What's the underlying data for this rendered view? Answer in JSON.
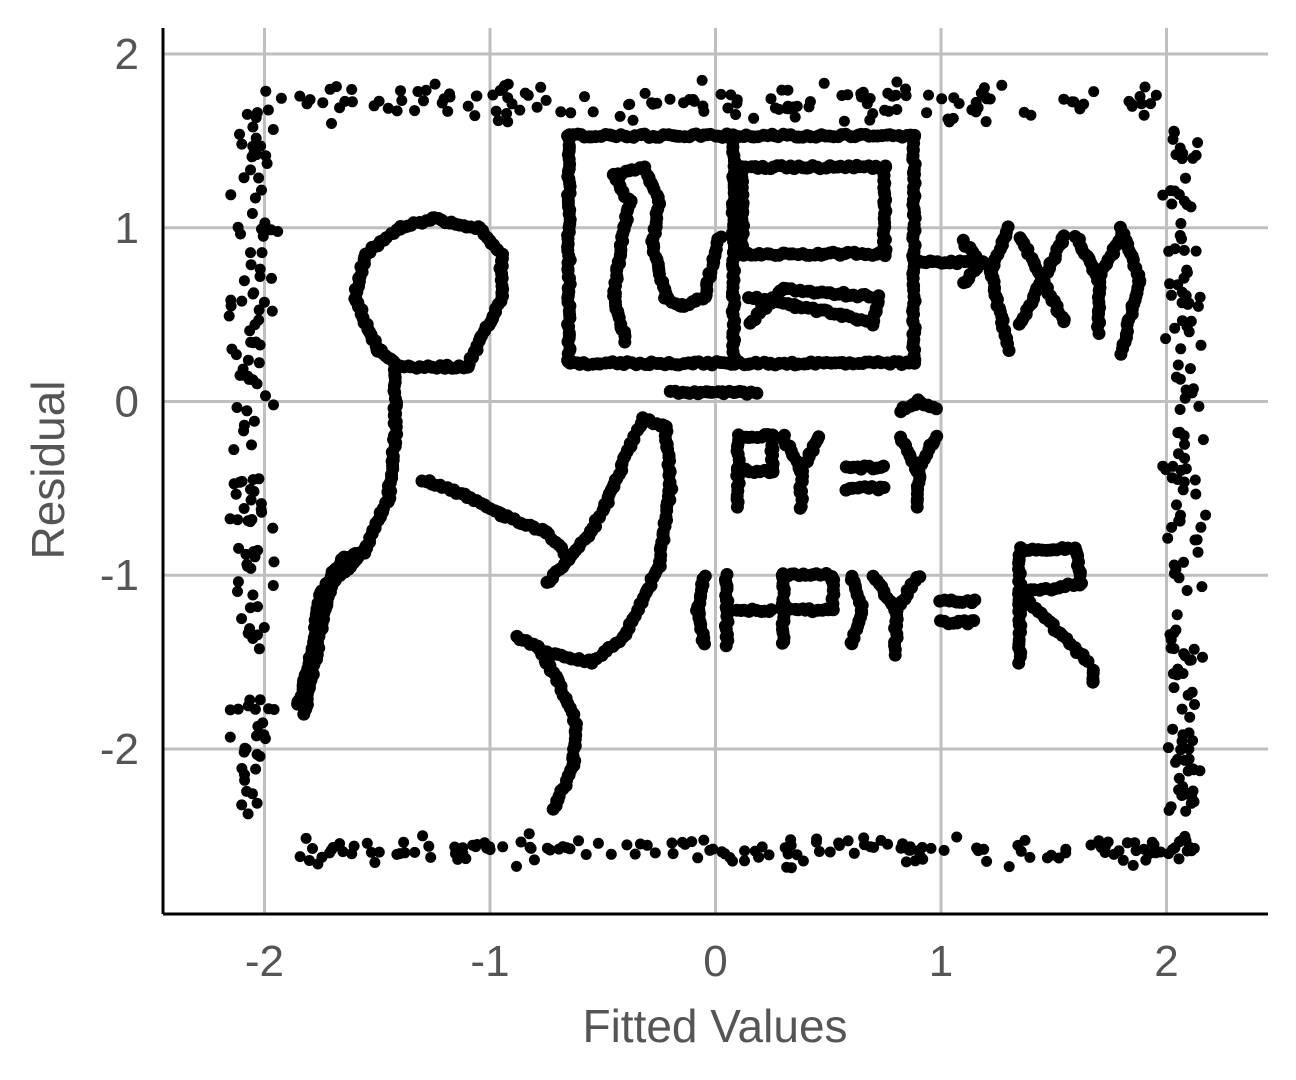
{
  "chart_data": {
    "type": "scatter",
    "title": "",
    "xlabel": "Fitted Values",
    "ylabel": "Residual",
    "xlim": [
      -2.45,
      2.45
    ],
    "ylim": [
      -2.95,
      2.15
    ],
    "x_ticks": [
      -2,
      -1,
      0,
      1,
      2
    ],
    "y_ticks": [
      -2,
      -1,
      0,
      1,
      2
    ],
    "grid": true,
    "legend": "none",
    "marker_color": "#000000",
    "grid_color": "#bfbfbf",
    "label_color": "#555555",
    "border_points": {
      "top": {
        "x_range": [
          -2.1,
          2.0
        ],
        "y_center": 1.72,
        "jitter": 0.08,
        "count": 150
      },
      "bottom": {
        "x_range": [
          -1.85,
          2.2
        ],
        "y_center": -2.58,
        "jitter": 0.06,
        "count": 160
      },
      "left": {
        "x_center": -2.05,
        "y_range": [
          -2.5,
          1.7
        ],
        "jitter": 0.07,
        "count": 140
      },
      "right": {
        "x_center": 2.07,
        "y_range": [
          -2.6,
          1.6
        ],
        "jitter": 0.06,
        "count": 150
      }
    },
    "strokes": [
      {
        "name": "head",
        "points": [
          [
            -1.1,
            0.2
          ],
          [
            -0.95,
            0.6
          ],
          [
            -0.95,
            0.85
          ],
          [
            -1.05,
            1.0
          ],
          [
            -1.25,
            1.05
          ],
          [
            -1.4,
            1.0
          ],
          [
            -1.55,
            0.85
          ],
          [
            -1.6,
            0.6
          ],
          [
            -1.5,
            0.3
          ],
          [
            -1.4,
            0.2
          ],
          [
            -1.1,
            0.2
          ]
        ]
      },
      {
        "name": "neck-and-body",
        "points": [
          [
            -1.42,
            0.2
          ],
          [
            -1.42,
            -0.2
          ],
          [
            -1.45,
            -0.55
          ],
          [
            -1.55,
            -0.85
          ],
          [
            -1.7,
            -1.05
          ],
          [
            -1.75,
            -1.3
          ],
          [
            -1.82,
            -1.8
          ]
        ]
      },
      {
        "name": "shoulder-arm",
        "points": [
          [
            -1.3,
            -0.45
          ],
          [
            -1.1,
            -0.55
          ],
          [
            -0.95,
            -0.65
          ],
          [
            -0.75,
            -0.75
          ],
          [
            -0.65,
            -0.9
          ],
          [
            -0.75,
            -1.05
          ]
        ]
      },
      {
        "name": "raised-forearm",
        "points": [
          [
            -0.65,
            -0.9
          ],
          [
            -0.55,
            -0.75
          ],
          [
            -0.45,
            -0.5
          ],
          [
            -0.38,
            -0.25
          ],
          [
            -0.32,
            -0.1
          ],
          [
            -0.22,
            -0.15
          ],
          [
            -0.2,
            -0.5
          ],
          [
            -0.25,
            -0.95
          ],
          [
            -0.4,
            -1.35
          ],
          [
            -0.55,
            -1.5
          ],
          [
            -0.75,
            -1.45
          ],
          [
            -0.88,
            -1.35
          ]
        ]
      },
      {
        "name": "lower-body",
        "points": [
          [
            -0.8,
            -1.4
          ],
          [
            -0.7,
            -1.6
          ],
          [
            -0.62,
            -1.85
          ],
          [
            -0.63,
            -2.1
          ],
          [
            -0.72,
            -2.35
          ]
        ]
      },
      {
        "name": "body-left-edge",
        "points": [
          [
            -1.55,
            -0.85
          ],
          [
            -1.65,
            -0.9
          ],
          [
            -1.75,
            -1.1
          ],
          [
            -1.8,
            -1.5
          ],
          [
            -1.85,
            -1.75
          ]
        ]
      },
      {
        "name": "board",
        "points": [
          [
            -0.65,
            0.22
          ],
          [
            0.88,
            0.22
          ],
          [
            0.88,
            1.53
          ],
          [
            -0.65,
            1.53
          ],
          [
            -0.65,
            0.22
          ]
        ]
      },
      {
        "name": "board-divider",
        "points": [
          [
            0.08,
            0.22
          ],
          [
            0.08,
            1.53
          ]
        ]
      },
      {
        "name": "board-inner-box",
        "points": [
          [
            0.12,
            0.85
          ],
          [
            0.75,
            0.85
          ],
          [
            0.75,
            1.35
          ],
          [
            0.12,
            1.35
          ],
          [
            0.12,
            0.85
          ]
        ]
      },
      {
        "name": "board-figure",
        "points": [
          [
            -0.4,
            0.35
          ],
          [
            -0.45,
            0.6
          ],
          [
            -0.42,
            0.9
          ],
          [
            -0.38,
            1.15
          ],
          [
            -0.45,
            1.3
          ],
          [
            -0.32,
            1.35
          ],
          [
            -0.25,
            1.15
          ],
          [
            -0.28,
            0.9
          ],
          [
            -0.22,
            0.6
          ],
          [
            -0.15,
            0.55
          ],
          [
            -0.05,
            0.6
          ],
          [
            0.02,
            0.95
          ]
        ]
      },
      {
        "name": "board-scribble",
        "points": [
          [
            0.15,
            0.6
          ],
          [
            0.35,
            0.55
          ],
          [
            0.55,
            0.5
          ],
          [
            0.7,
            0.45
          ],
          [
            0.72,
            0.6
          ],
          [
            0.3,
            0.65
          ],
          [
            0.15,
            0.45
          ]
        ]
      },
      {
        "name": "arrow",
        "points": [
          [
            0.9,
            0.8
          ],
          [
            1.15,
            0.8
          ]
        ]
      },
      {
        "name": "arrow-head",
        "points": [
          [
            1.1,
            0.92
          ],
          [
            1.18,
            0.8
          ],
          [
            1.1,
            0.68
          ]
        ]
      },
      {
        "name": "xy-open-paren",
        "points": [
          [
            1.3,
            1.0
          ],
          [
            1.22,
            0.75
          ],
          [
            1.3,
            0.3
          ]
        ]
      },
      {
        "name": "xy-x1",
        "points": [
          [
            1.35,
            0.95
          ],
          [
            1.55,
            0.45
          ]
        ]
      },
      {
        "name": "xy-x2",
        "points": [
          [
            1.55,
            0.95
          ],
          [
            1.35,
            0.45
          ]
        ]
      },
      {
        "name": "xy-y1",
        "points": [
          [
            1.6,
            0.95
          ],
          [
            1.7,
            0.7
          ],
          [
            1.8,
            0.95
          ]
        ]
      },
      {
        "name": "xy-y2",
        "points": [
          [
            1.7,
            0.7
          ],
          [
            1.7,
            0.4
          ]
        ]
      },
      {
        "name": "xy-close-paren",
        "points": [
          [
            1.8,
            1.0
          ],
          [
            1.88,
            0.7
          ],
          [
            1.8,
            0.28
          ]
        ]
      },
      {
        "name": "underline-mark",
        "points": [
          [
            -0.2,
            0.05
          ],
          [
            0.18,
            0.05
          ]
        ]
      },
      {
        "name": "eq1-P",
        "points": [
          [
            0.1,
            -0.6
          ],
          [
            0.1,
            -0.2
          ],
          [
            0.25,
            -0.2
          ],
          [
            0.25,
            -0.4
          ],
          [
            0.1,
            -0.4
          ]
        ]
      },
      {
        "name": "eq1-Y",
        "points": [
          [
            0.3,
            -0.2
          ],
          [
            0.38,
            -0.4
          ],
          [
            0.46,
            -0.2
          ]
        ]
      },
      {
        "name": "eq1-Y-stem",
        "points": [
          [
            0.38,
            -0.4
          ],
          [
            0.38,
            -0.62
          ]
        ]
      },
      {
        "name": "eq1-equals-top",
        "points": [
          [
            0.58,
            -0.38
          ],
          [
            0.75,
            -0.38
          ]
        ]
      },
      {
        "name": "eq1-equals-bottom",
        "points": [
          [
            0.58,
            -0.5
          ],
          [
            0.75,
            -0.5
          ]
        ]
      },
      {
        "name": "eq1-Yhat",
        "points": [
          [
            0.82,
            -0.2
          ],
          [
            0.9,
            -0.4
          ],
          [
            0.98,
            -0.2
          ]
        ]
      },
      {
        "name": "eq1-Yhat-stem",
        "points": [
          [
            0.9,
            -0.4
          ],
          [
            0.9,
            -0.6
          ]
        ]
      },
      {
        "name": "eq1-hat",
        "points": [
          [
            0.82,
            -0.05
          ],
          [
            0.9,
            0.0
          ],
          [
            0.98,
            -0.05
          ]
        ]
      },
      {
        "name": "eq2-open-paren",
        "points": [
          [
            -0.05,
            -1.0
          ],
          [
            -0.08,
            -1.2
          ],
          [
            -0.05,
            -1.4
          ]
        ]
      },
      {
        "name": "eq2-I",
        "points": [
          [
            0.05,
            -1.0
          ],
          [
            0.05,
            -1.4
          ]
        ]
      },
      {
        "name": "eq2-minus",
        "points": [
          [
            0.1,
            -1.2
          ],
          [
            0.25,
            -1.2
          ]
        ]
      },
      {
        "name": "eq2-P",
        "points": [
          [
            0.3,
            -1.4
          ],
          [
            0.3,
            -1.0
          ],
          [
            0.52,
            -1.0
          ],
          [
            0.52,
            -1.2
          ],
          [
            0.3,
            -1.2
          ]
        ]
      },
      {
        "name": "eq2-close-paren",
        "points": [
          [
            0.6,
            -1.0
          ],
          [
            0.65,
            -1.2
          ],
          [
            0.6,
            -1.4
          ]
        ]
      },
      {
        "name": "eq2-Y",
        "points": [
          [
            0.7,
            -1.0
          ],
          [
            0.8,
            -1.2
          ],
          [
            0.9,
            -1.0
          ]
        ]
      },
      {
        "name": "eq2-Y-stem",
        "points": [
          [
            0.8,
            -1.2
          ],
          [
            0.8,
            -1.45
          ]
        ]
      },
      {
        "name": "eq2-equals-top",
        "points": [
          [
            1.0,
            -1.15
          ],
          [
            1.15,
            -1.15
          ]
        ]
      },
      {
        "name": "eq2-equals-bottom",
        "points": [
          [
            1.0,
            -1.27
          ],
          [
            1.15,
            -1.27
          ]
        ]
      },
      {
        "name": "eq2-R",
        "points": [
          [
            1.35,
            -1.5
          ],
          [
            1.35,
            -0.85
          ],
          [
            1.6,
            -0.85
          ],
          [
            1.62,
            -1.05
          ],
          [
            1.35,
            -1.1
          ],
          [
            1.65,
            -1.5
          ]
        ]
      },
      {
        "name": "eq2-R-subscript",
        "points": [
          [
            1.67,
            -1.55
          ],
          [
            1.67,
            -1.62
          ]
        ]
      }
    ]
  }
}
